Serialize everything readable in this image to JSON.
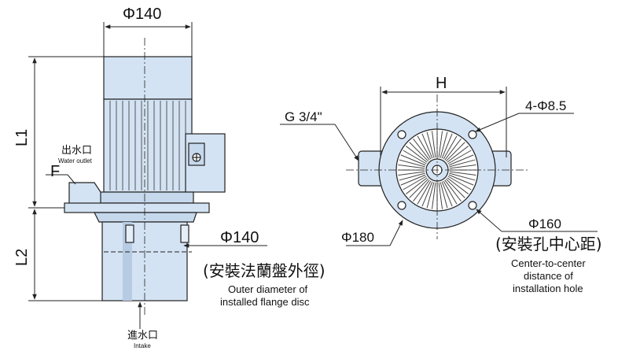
{
  "side_view": {
    "top_diameter": "Φ140",
    "l1": "L1",
    "l2": "L2",
    "outlet_cn": "出水口",
    "outlet_en": "Water outlet",
    "flange_label": "F",
    "flange_diameter": "Φ140",
    "flange_cn": "(安裝法蘭盤外徑)",
    "flange_en_1": "Outer diameter of",
    "flange_en_2": "installed flange disc",
    "intake_cn": "進水口",
    "intake_en": "Intake"
  },
  "top_view": {
    "width": "H",
    "thread": "G 3/4\"",
    "holes": "4-Φ8.5",
    "body_diameter": "Φ180",
    "hole_circle": "Φ160",
    "hole_circle_cn": "(安裝孔中心距)",
    "hole_circle_en_1": "Center-to-center",
    "hole_circle_en_2": "distance of",
    "hole_circle_en_3": "installation hole"
  },
  "colors": {
    "body": "#d4e3f3",
    "body_shadow": "#b7cbe2",
    "line": "#222222"
  }
}
